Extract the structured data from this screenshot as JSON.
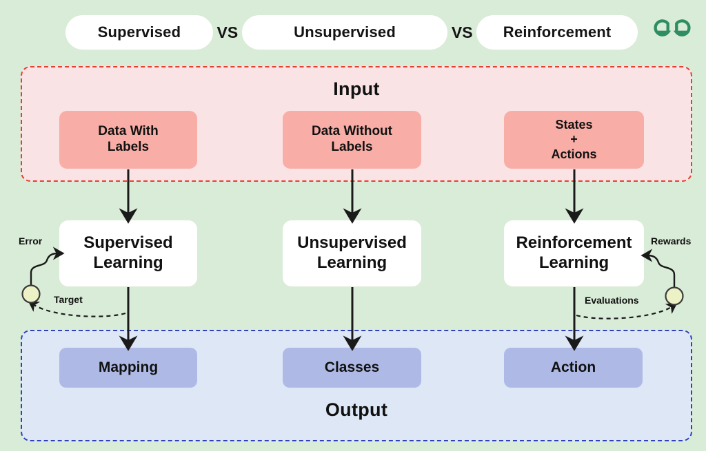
{
  "page": {
    "background_color": "#d9ecd7",
    "logo": {
      "name": "geeksforgeeks-logo",
      "color": "#2f8d63"
    }
  },
  "header": {
    "items": [
      {
        "type": "pill",
        "label": "Supervised"
      },
      {
        "type": "vs",
        "label": "VS"
      },
      {
        "type": "pill",
        "label": "Unsupervised"
      },
      {
        "type": "vs",
        "label": "VS"
      },
      {
        "type": "pill",
        "label": "Reinforcement"
      }
    ]
  },
  "regions": {
    "input": {
      "title": "Input",
      "fill": "#fae3e5",
      "border_color": "#e4402f",
      "border_style": "dashed"
    },
    "output": {
      "title": "Output",
      "fill": "#dde7f6",
      "border_color": "#2f40bd",
      "border_style": "dashed"
    }
  },
  "columns": [
    {
      "input": "Data With\nLabels",
      "input_line1": "Data With",
      "input_line2": "Labels",
      "learning_line1": "Supervised",
      "learning_line2": "Learning",
      "output": "Mapping",
      "feedback_top": "Error",
      "feedback_bottom": "Target"
    },
    {
      "input_line1": "Data Without",
      "input_line2": "Labels",
      "learning_line1": "Unsupervised",
      "learning_line2": "Learning",
      "output": "Classes",
      "feedback_top": "",
      "feedback_bottom": ""
    },
    {
      "input_line1": "States",
      "input_line2": "+",
      "input_line3": "Actions",
      "learning_line1": "Reinforcement",
      "learning_line2": "Learning",
      "output": "Action",
      "feedback_top": "Rewards",
      "feedback_bottom": "Evaluations"
    }
  ],
  "colors": {
    "input_box": "#f8aea6",
    "learning_box": "#ffffff",
    "output_box": "#aebae5",
    "node_circle": "#ecf1c6",
    "arrow": "#1a1a1a"
  }
}
